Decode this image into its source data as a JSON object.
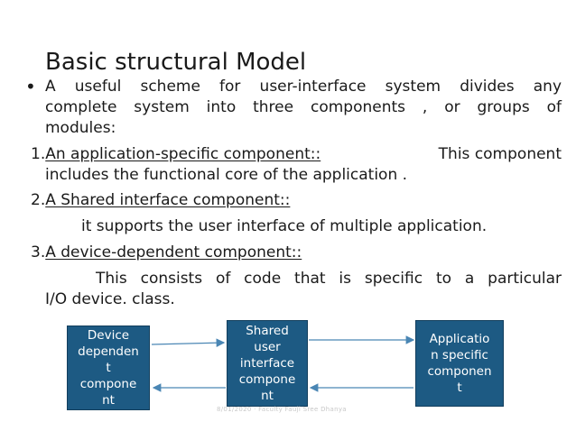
{
  "title": "Basic structural Model",
  "bullet": {
    "symbol": "•",
    "line1": "A useful scheme for user-interface system divides any",
    "line2": "complete system into three components , or groups of",
    "line3": "modules:"
  },
  "item1": {
    "number": "1.",
    "heading": "An application-specific component::",
    "text_line1": "This component",
    "text_line2": "includes the functional core of the application ."
  },
  "item2": {
    "number": "2.",
    "heading": "A Shared interface component::",
    "text": "it supports the user interface of multiple application."
  },
  "item3": {
    "number": "3.",
    "heading": "A device-dependent component::",
    "text_line1": "This consists of code that is specific to a particular",
    "text_line2": "I/O device. class."
  },
  "diagram": {
    "device_box": "Device\ndependen\nt\ncompone\nnt",
    "shared_box": "Shared\nuser\ninterface\ncompone\nnt",
    "app_box": "Applicatio\nn specific\ncomponen\nt"
  },
  "footer": "8/01/2020 · Faculty Fauji Sree Dhanya",
  "colors": {
    "box_fill": "#1d5a83",
    "arrow": "#4a86b4"
  }
}
